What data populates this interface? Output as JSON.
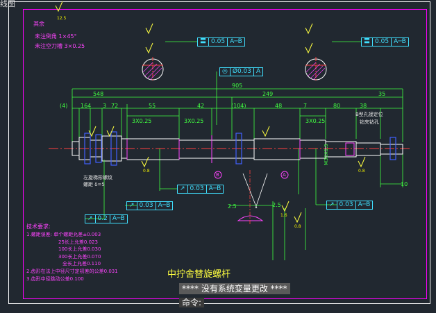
{
  "window": {
    "tab_title": "线图"
  },
  "notes": {
    "heading": "其余",
    "roughness": "12.5",
    "line1": "未注倒角 1×45°",
    "line2": "未注空刀槽 3×0.25"
  },
  "tolerances": {
    "left_flatness": {
      "symbol": "〓",
      "value": "0.05",
      "datum": "A─B"
    },
    "right_flatness": {
      "symbol": "〓",
      "value": "0.05",
      "datum": "A─B"
    },
    "coaxiality": {
      "symbol": "◎",
      "value": "Ø0.03",
      "datum": "A"
    },
    "runout_center": {
      "symbol": "↗",
      "value": "0.03",
      "datum": "A─B"
    },
    "runout_left1": {
      "symbol": "↗",
      "value": "0.03",
      "datum": "A─B"
    },
    "runout_left2": {
      "symbol": "↗",
      "value": "0.2",
      "datum": "A─B"
    },
    "runout_right": {
      "symbol": "↗",
      "value": "0.03",
      "datum": "A─B"
    }
  },
  "dimensions": {
    "overall": "905",
    "d548": "548",
    "d249": "249",
    "d35": "35",
    "d4": "(4)",
    "d164": "164",
    "d3": "3",
    "d72": "72",
    "d55": "55",
    "d42": "42",
    "d104": "(104)",
    "d48": "48",
    "d7": "7",
    "d80": "80",
    "d38": "38",
    "d3x025a": "3X0.25",
    "d3x025b": "3X0.25",
    "d3x025c": "3X0.25",
    "d10": "10",
    "d2_5": "2.5",
    "d2_5b": "2.5"
  },
  "labels": {
    "datumA": "A",
    "datumB": "B",
    "left_thread_note1": "左旋梯形螺纹",
    "left_thread_note2": "螺距 δ=5",
    "right_note1": "B型孔接定位",
    "right_note2": "钻夹钻孔",
    "m_thread": "M30X1.5",
    "r08a": "0.8",
    "r08b": "0.8",
    "r08c": "0.8",
    "r16": "1.6"
  },
  "tech_req": {
    "heading": "技术要求:",
    "line1": "1.螺距误差: 单个螺距允差±0.003",
    "line2": "25长上允差0.023",
    "line3": "100长上允差0.030",
    "line4": "300长上允差0.070",
    "line5": "全长上允差0.110",
    "line6": "2.齿形在法上中径尺寸定初差的公差0.031",
    "line7": "3.齿形中径跳动公差0.100"
  },
  "drawing_title": "中拧舍替旋螺杆",
  "status": {
    "message": "**** 没有系统变量更改 ****",
    "command_prompt": "命令:"
  }
}
